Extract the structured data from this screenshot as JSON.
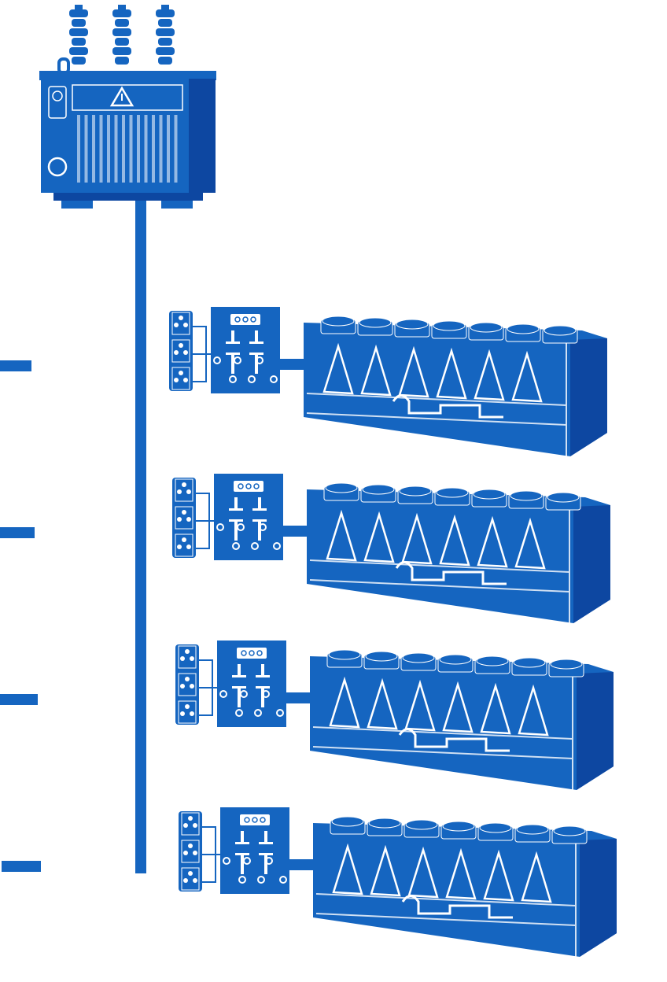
{
  "diagram": {
    "primary_color": "#1565c0",
    "dark_color": "#0d47a1",
    "light_color": "#ffffff",
    "branch_count": 4,
    "fans_per_unit": 7,
    "components": [
      "transformer",
      "terminal-block",
      "disconnect-switch",
      "chiller-unit"
    ]
  }
}
